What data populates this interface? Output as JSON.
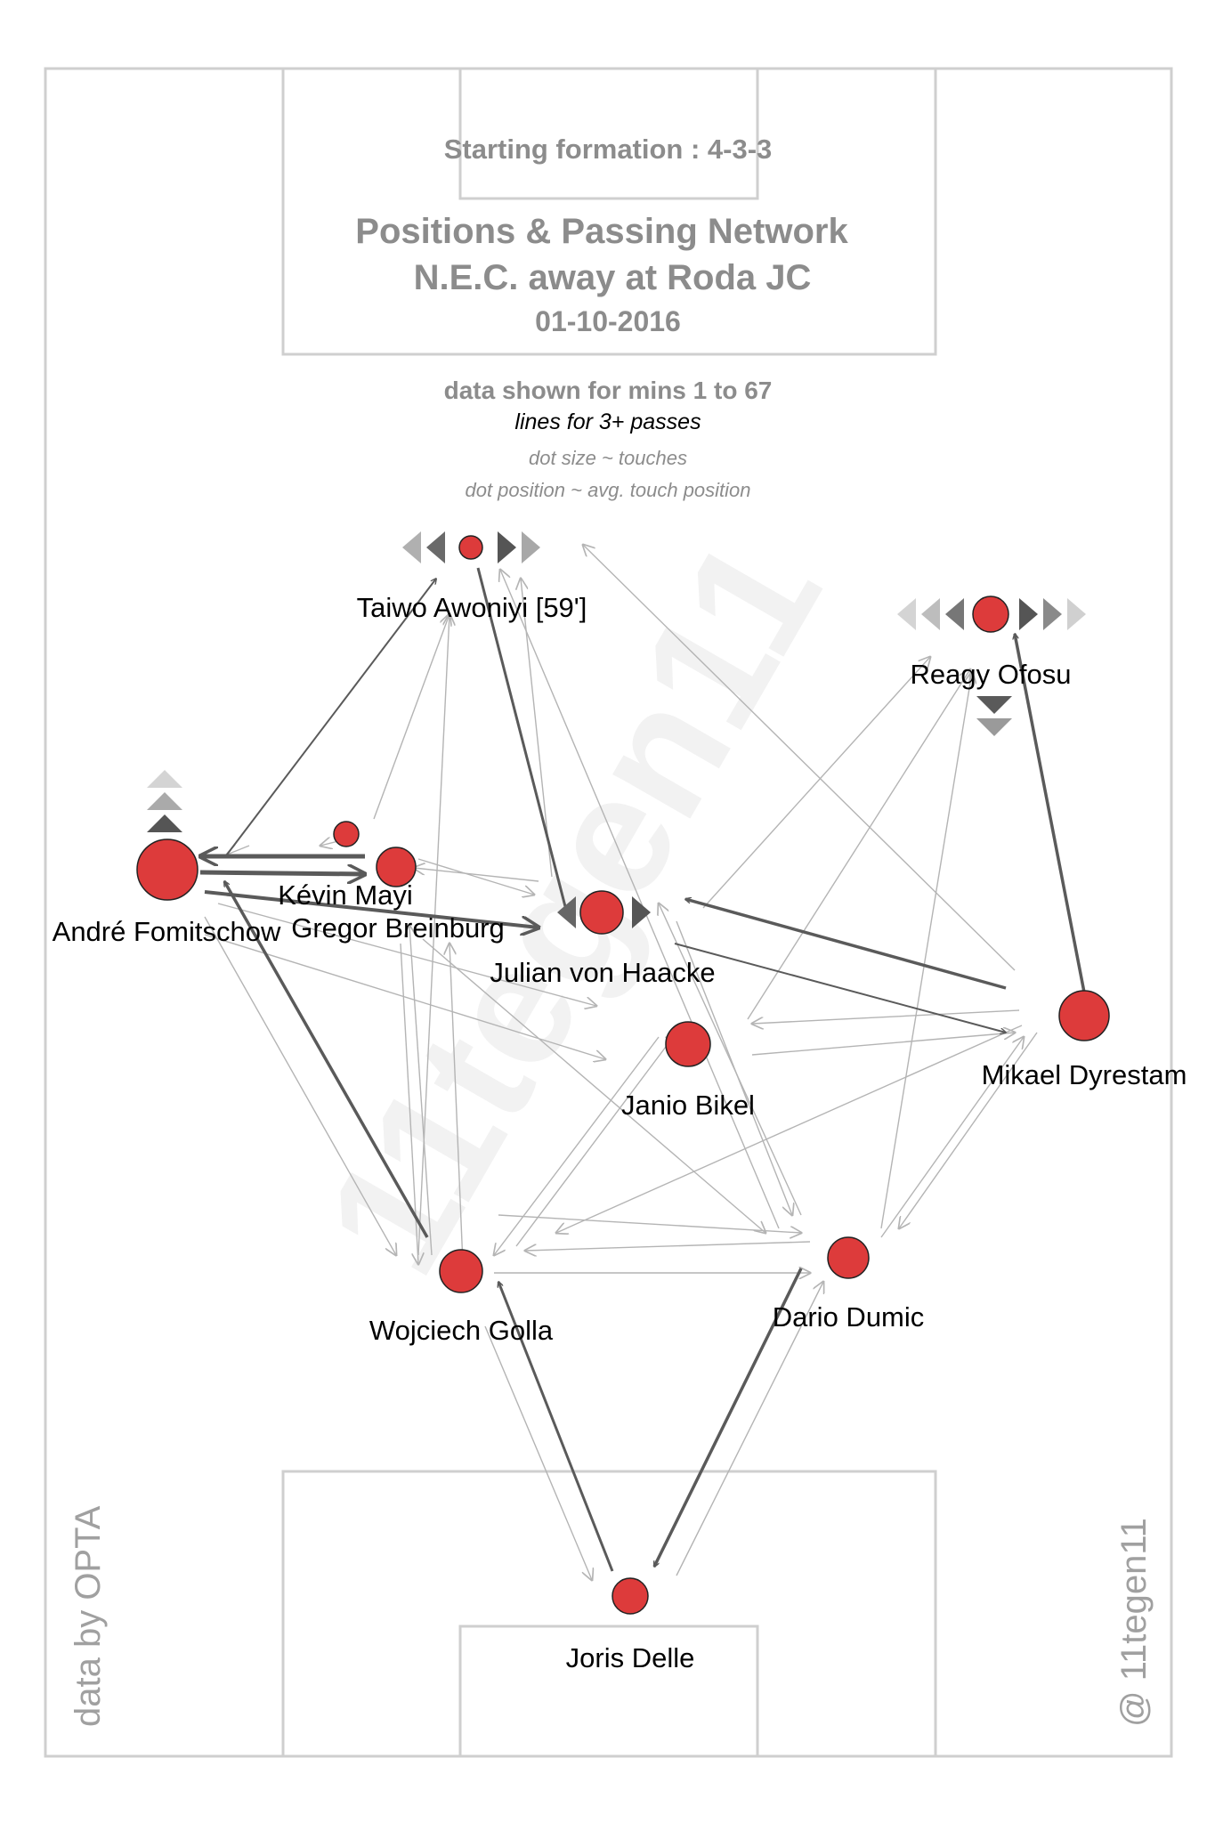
{
  "header": {
    "formation": "Starting formation : 4-3-3",
    "title_line1": "Positions & Passing Network",
    "title_line2": "N.E.C.  away at  Roda JC",
    "date": "01-10-2016"
  },
  "notes": {
    "minutes": "data shown for mins 1 to 67",
    "lines": "lines for 3+ passes",
    "dot_size": "dot size ~ touches",
    "dot_position": "dot position ~ avg. touch position"
  },
  "credits": {
    "source": "data by OPTA",
    "author": "@ 11tegen11",
    "watermark": "11tegen11"
  },
  "colors": {
    "dot": "#dd3b3b",
    "dot_stroke": "#222222",
    "pitch": "#cfcfcf",
    "strong_pass": "#5a5a5a",
    "weak_pass": "#b4b4b4"
  },
  "players": [
    {
      "id": "awoniyi",
      "name": "Taiwo Awoniyi [59']",
      "size": "small"
    },
    {
      "id": "ofosu",
      "name": "Reagy Ofosu",
      "size": "medium"
    },
    {
      "id": "fomitschow",
      "name": "André Fomitschow",
      "size": "large"
    },
    {
      "id": "mayi",
      "name": "Kévin Mayi",
      "size": "small"
    },
    {
      "id": "breinburg",
      "name": "Gregor Breinburg",
      "size": "medium"
    },
    {
      "id": "haacke",
      "name": "Julian von Haacke",
      "size": "medium"
    },
    {
      "id": "dyrestam",
      "name": "Mikael Dyrestam",
      "size": "medium"
    },
    {
      "id": "bikel",
      "name": "Janio Bikel",
      "size": "medium"
    },
    {
      "id": "golla",
      "name": "Wojciech Golla",
      "size": "medium"
    },
    {
      "id": "dumic",
      "name": "Dario Dumic",
      "size": "medium"
    },
    {
      "id": "delle",
      "name": "Joris Delle",
      "size": "medium"
    }
  ]
}
